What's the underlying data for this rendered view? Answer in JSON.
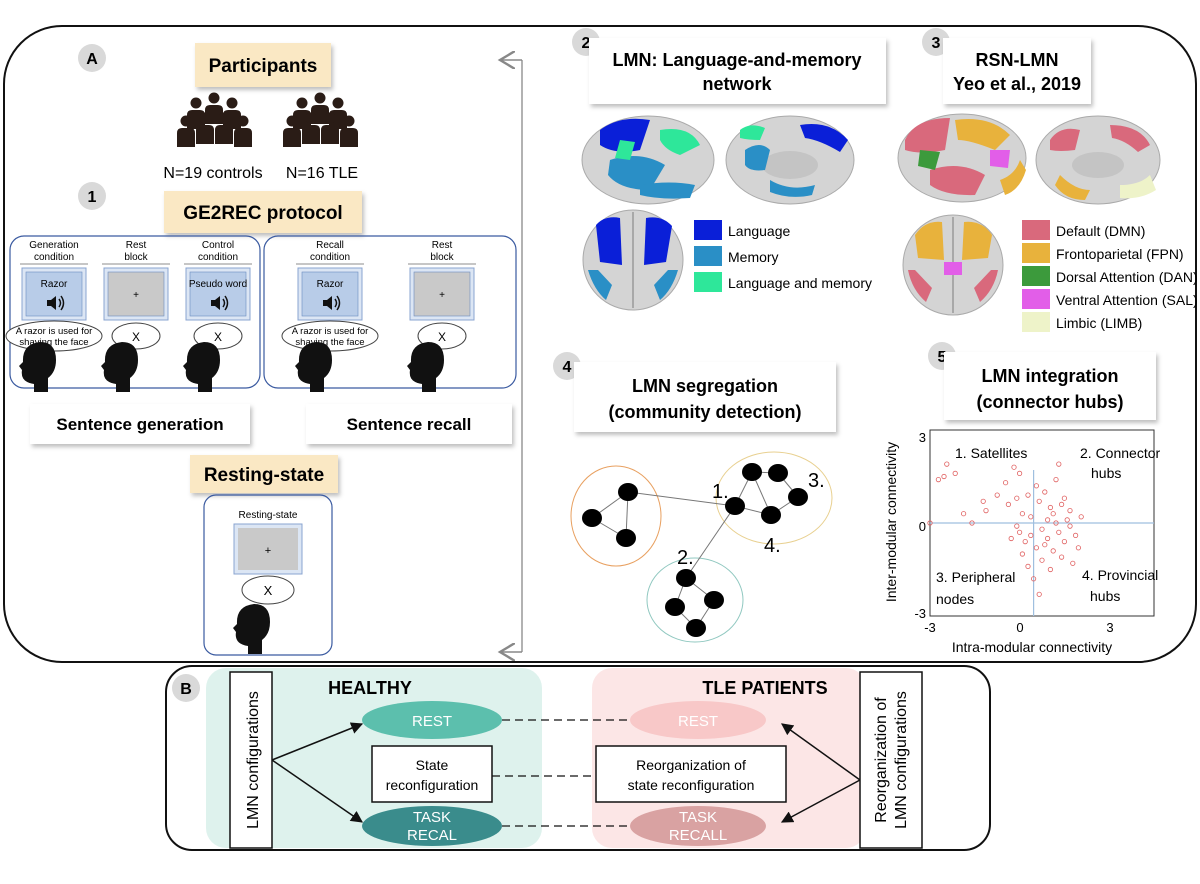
{
  "panelA": {
    "letter": "A",
    "participants": {
      "title": "Participants",
      "controls": "N=19 controls",
      "tle": "N=16 TLE"
    },
    "protocol": {
      "badge": "1",
      "title": "GE2REC protocol",
      "generation_task": {
        "columns": [
          {
            "label1": "Generation",
            "label2": "condition",
            "screen": "Razor",
            "thought": "A razor is used for",
            "thought2": "shaving the face"
          },
          {
            "label1": "Rest",
            "label2": "block",
            "screen": "+",
            "thought": "X",
            "thought2": ""
          },
          {
            "label1": "Control",
            "label2": "condition",
            "screen": "Pseudo word",
            "thought": "X",
            "thought2": ""
          }
        ],
        "caption": "Sentence generation"
      },
      "recall_task": {
        "columns": [
          {
            "label1": "Recall",
            "label2": "condition",
            "screen": "Razor",
            "thought": "A razor is used for",
            "thought2": "shaving the face"
          },
          {
            "label1": "Rest",
            "label2": "block",
            "screen": "+",
            "thought": "X",
            "thought2": ""
          }
        ],
        "caption": "Sentence recall"
      },
      "resting": {
        "title": "Resting-state",
        "label": "Resting-state",
        "screen": "+",
        "thought": "X"
      }
    }
  },
  "panel2": {
    "badge": "2",
    "title1": "LMN: Language-and-memory",
    "title2": "network",
    "legend": [
      {
        "label": "Language",
        "color": "#0a1fd8"
      },
      {
        "label": "Memory",
        "color": "#2a8fc6"
      },
      {
        "label": "Language and memory",
        "color": "#2ee79a"
      }
    ]
  },
  "panel3": {
    "badge": "3",
    "title1": "RSN-LMN",
    "title2": "Yeo et al., 2019",
    "legend": [
      {
        "label": "Default (DMN)",
        "color": "#d9697c"
      },
      {
        "label": "Frontoparietal (FPN)",
        "color": "#e8b23c"
      },
      {
        "label": "Dorsal Attention (DAN)",
        "color": "#3c9a3c"
      },
      {
        "label": "Ventral Attention (SAL)",
        "color": "#e25ee8"
      },
      {
        "label": "Limbic (LIMB)",
        "color": "#eef3c9"
      }
    ]
  },
  "panel4": {
    "badge": "4",
    "title1": "LMN segregation",
    "title2": "(community detection)",
    "labels": [
      "1.",
      "2.",
      "3.",
      "4."
    ]
  },
  "panel5": {
    "badge": "5",
    "title1": "LMN integration",
    "title2": "(connector hubs)",
    "quadrants": {
      "q1": "1. Satellites",
      "q2a": "2. Connector",
      "q2b": "hubs",
      "q3a": "3. Peripheral",
      "q3b": "nodes",
      "q4a": "4. Provincial",
      "q4b": "hubs"
    },
    "xlabel": "Intra-modular connectivity",
    "ylabel": "Inter-modular connectivity",
    "xticks": [
      "-3",
      "0",
      "3"
    ],
    "yticks": [
      "3",
      "0",
      "-3"
    ]
  },
  "chart_data": {
    "type": "scatter",
    "xlabel": "Intra-modular connectivity",
    "ylabel": "Inter-modular connectivity",
    "xlim": [
      -3,
      5
    ],
    "ylim": [
      -3,
      3
    ],
    "grid": false,
    "reference_lines": {
      "x": 0.7,
      "y": 0
    },
    "point_color": "#e06060",
    "points": [
      [
        -2.5,
        1.5
      ],
      [
        -2.7,
        1.4
      ],
      [
        -2.4,
        1.9
      ],
      [
        -2.1,
        1.6
      ],
      [
        -3.0,
        0.0
      ],
      [
        -1.8,
        0.3
      ],
      [
        -1.5,
        0.0
      ],
      [
        -1.1,
        0.7
      ],
      [
        -1.0,
        0.4
      ],
      [
        -0.6,
        0.9
      ],
      [
        -0.3,
        1.3
      ],
      [
        -0.2,
        0.6
      ],
      [
        0.0,
        1.8
      ],
      [
        0.2,
        1.6
      ],
      [
        0.1,
        0.8
      ],
      [
        0.3,
        0.3
      ],
      [
        0.5,
        0.9
      ],
      [
        0.6,
        0.2
      ],
      [
        0.8,
        1.2
      ],
      [
        0.9,
        0.7
      ],
      [
        1.1,
        1.0
      ],
      [
        1.3,
        0.5
      ],
      [
        1.5,
        1.4
      ],
      [
        1.6,
        1.9
      ],
      [
        1.8,
        0.8
      ],
      [
        2.0,
        0.4
      ],
      [
        1.2,
        0.1
      ],
      [
        1.5,
        0.0
      ],
      [
        0.2,
        -0.3
      ],
      [
        0.4,
        -0.6
      ],
      [
        0.6,
        -0.4
      ],
      [
        0.8,
        -0.8
      ],
      [
        1.0,
        -0.2
      ],
      [
        1.2,
        -0.5
      ],
      [
        1.4,
        -0.9
      ],
      [
        1.6,
        -0.3
      ],
      [
        1.8,
        -0.6
      ],
      [
        2.0,
        -0.1
      ],
      [
        2.2,
        -0.4
      ],
      [
        2.4,
        0.2
      ],
      [
        1.0,
        -1.2
      ],
      [
        1.3,
        -1.5
      ],
      [
        0.7,
        -1.8
      ],
      [
        0.9,
        -2.3
      ],
      [
        1.7,
        -1.1
      ],
      [
        2.1,
        -1.3
      ],
      [
        0.3,
        -1.0
      ],
      [
        0.1,
        -0.1
      ],
      [
        1.1,
        -0.7
      ],
      [
        1.9,
        0.1
      ],
      [
        -0.1,
        -0.5
      ],
      [
        0.5,
        -1.4
      ],
      [
        1.4,
        0.3
      ],
      [
        1.7,
        0.6
      ],
      [
        2.3,
        -0.8
      ]
    ]
  },
  "panelB": {
    "letter": "B",
    "healthy": "HEALTHY",
    "tle": "TLE PATIENTS",
    "left_vertical": "LMN configurations",
    "right_vertical1": "Reorganization of",
    "right_vertical2": "LMN configurations",
    "rest": "REST",
    "task1": "TASK",
    "task2_healthy": "RECAL",
    "task2_tle": "RECALL",
    "state1": "State",
    "state2": "reconfiguration",
    "reorg1": "Reorganization of",
    "reorg2": "state reconfiguration"
  }
}
